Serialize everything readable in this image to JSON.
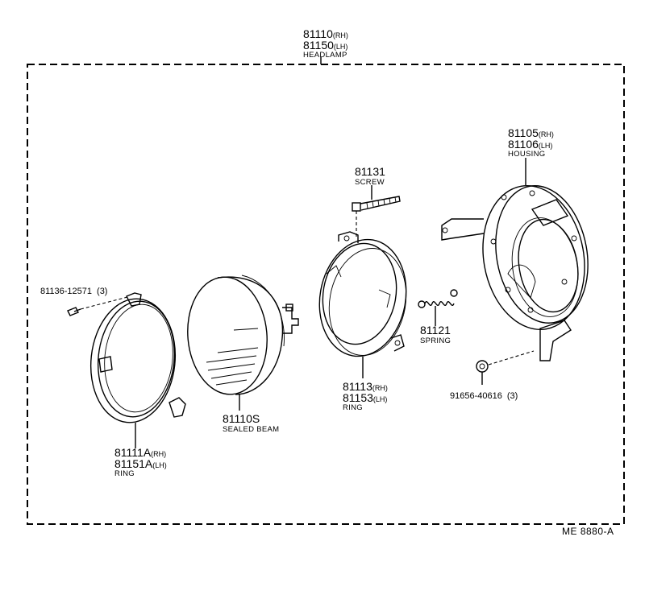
{
  "headlamp": {
    "pn_rh": "81110",
    "suf_rh": "(RH)",
    "pn_lh": "81150",
    "suf_lh": "(LH)",
    "caption": "HEADLAMP"
  },
  "housing": {
    "pn_rh": "81105",
    "suf_rh": "(RH)",
    "pn_lh": "81106",
    "suf_lh": "(LH)",
    "caption": "HOUSING"
  },
  "screw": {
    "pn": "81131",
    "caption": "SCREW"
  },
  "screw_small": {
    "pn": "81136-12571",
    "qty": "(3)"
  },
  "spring": {
    "pn": "81121",
    "caption": "SPRING"
  },
  "nut": {
    "pn": "91656-40616",
    "qty": "(3)"
  },
  "inner_ring": {
    "pn_rh": "81113",
    "suf_rh": "(RH)",
    "pn_lh": "81153",
    "suf_lh": "(LH)",
    "caption": "RING"
  },
  "sealed_beam": {
    "pn": "81110S",
    "caption": "SEALED BEAM"
  },
  "outer_ring": {
    "pn_rh": "81111A",
    "suf_rh": "(RH)",
    "pn_lh": "81151A",
    "suf_lh": "(LH)",
    "caption": "RING"
  },
  "drawing_code": "ME  8880-A"
}
